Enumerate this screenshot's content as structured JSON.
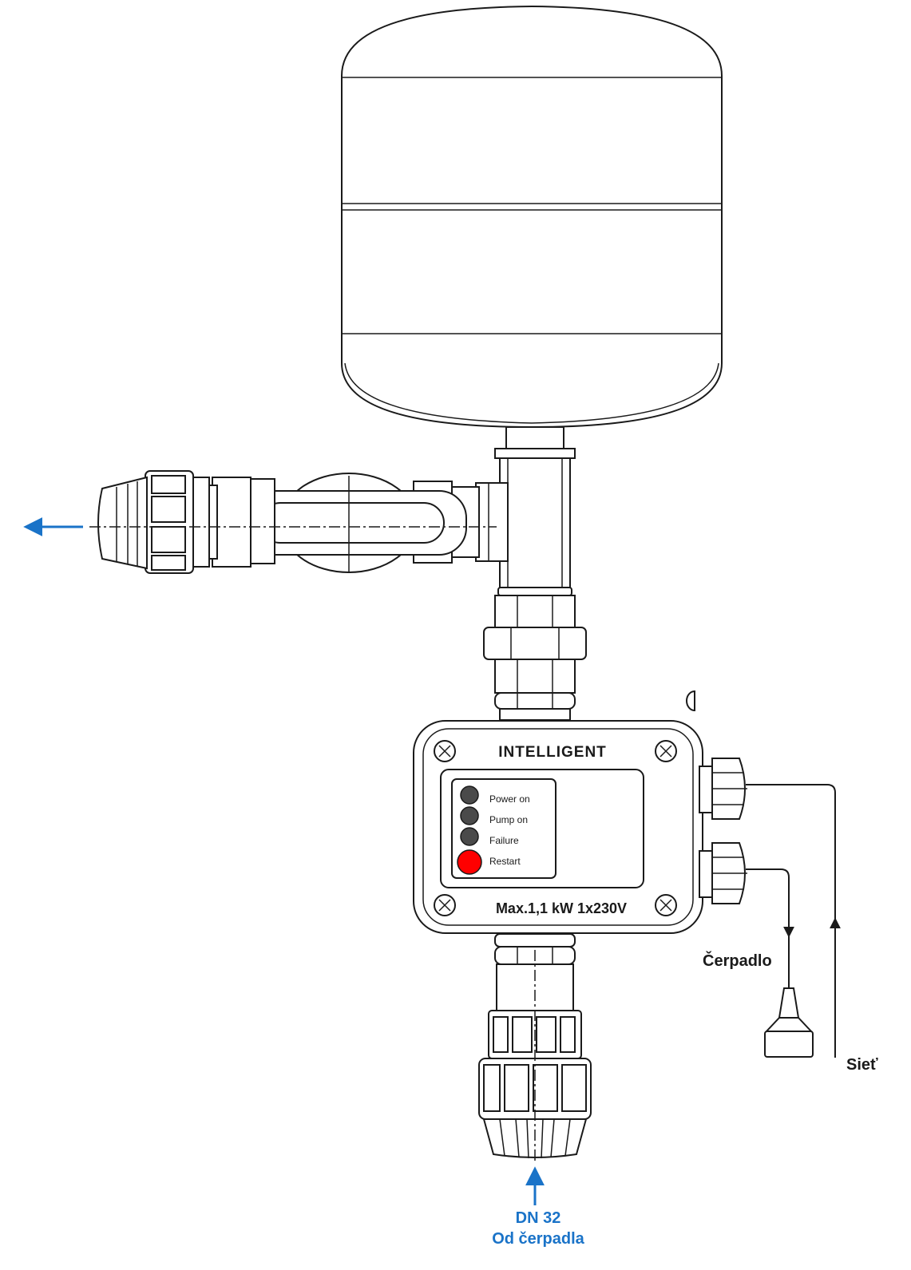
{
  "controller": {
    "brand": "INTELLIGENT",
    "rating": "Max.1,1 kW 1x230V",
    "indicators": [
      {
        "label": "Power on",
        "color": "#4a4a4a"
      },
      {
        "label": "Pump on",
        "color": "#4a4a4a"
      },
      {
        "label": "Failure",
        "color": "#4a4a4a"
      },
      {
        "label": "Restart",
        "color": "#ff0000"
      }
    ]
  },
  "labels": {
    "pump": "Čerpadlo",
    "mains": "Sieť",
    "inlet_size": "DN 32",
    "inlet_from": "Od čerpadla"
  },
  "colors": {
    "flow_arrow": "#1a73c8",
    "line": "#1a1a1a",
    "restart_button": "#ff0000"
  }
}
